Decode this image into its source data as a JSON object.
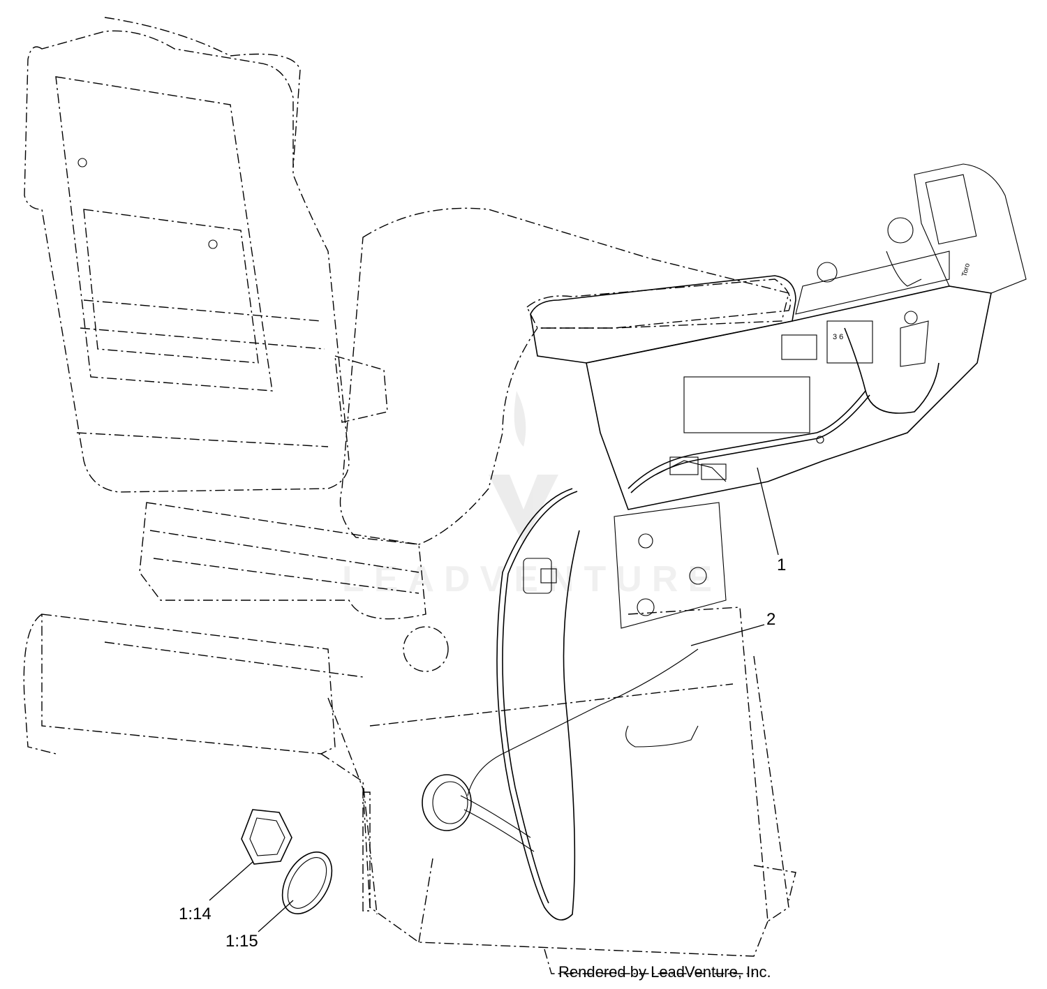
{
  "callouts": {
    "item_1": "1",
    "item_2": "2",
    "item_1_14": "1:14",
    "item_1_15": "1:15"
  },
  "watermark": {
    "text": "LEADVENTURE"
  },
  "footer": {
    "credit": "Rendered by LeadVenture, Inc."
  },
  "panel_text": {
    "display_brand": "Toro",
    "terminal_marks": "3 6"
  },
  "icons": {
    "logo": "leadventure-logo-icon"
  }
}
